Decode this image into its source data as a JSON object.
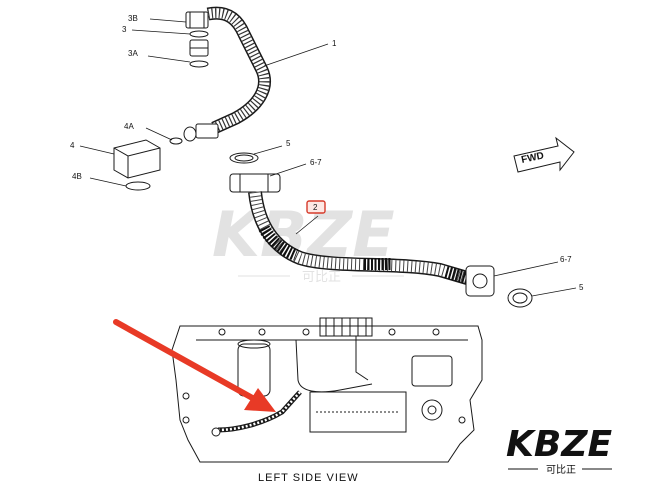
{
  "callouts": {
    "c3b": "3B",
    "c3": "3",
    "c3a": "3A",
    "c1": "1",
    "c4a": "4A",
    "c4": "4",
    "c4b": "4B",
    "c5a": "5",
    "c67a": "6-7",
    "c2": "2",
    "c67b": "6-7",
    "c5b": "5"
  },
  "fwd_label": "FWD",
  "view_title": "LEFT SIDE VIEW",
  "watermark": {
    "brand": "KBZE",
    "chinese": "可比正"
  },
  "logo": {
    "brand": "KBZE",
    "chinese": "可比正"
  },
  "colors": {
    "arrow": "#e83a26",
    "highlight_box": "#d63a2a",
    "line": "#1a1a1a"
  }
}
